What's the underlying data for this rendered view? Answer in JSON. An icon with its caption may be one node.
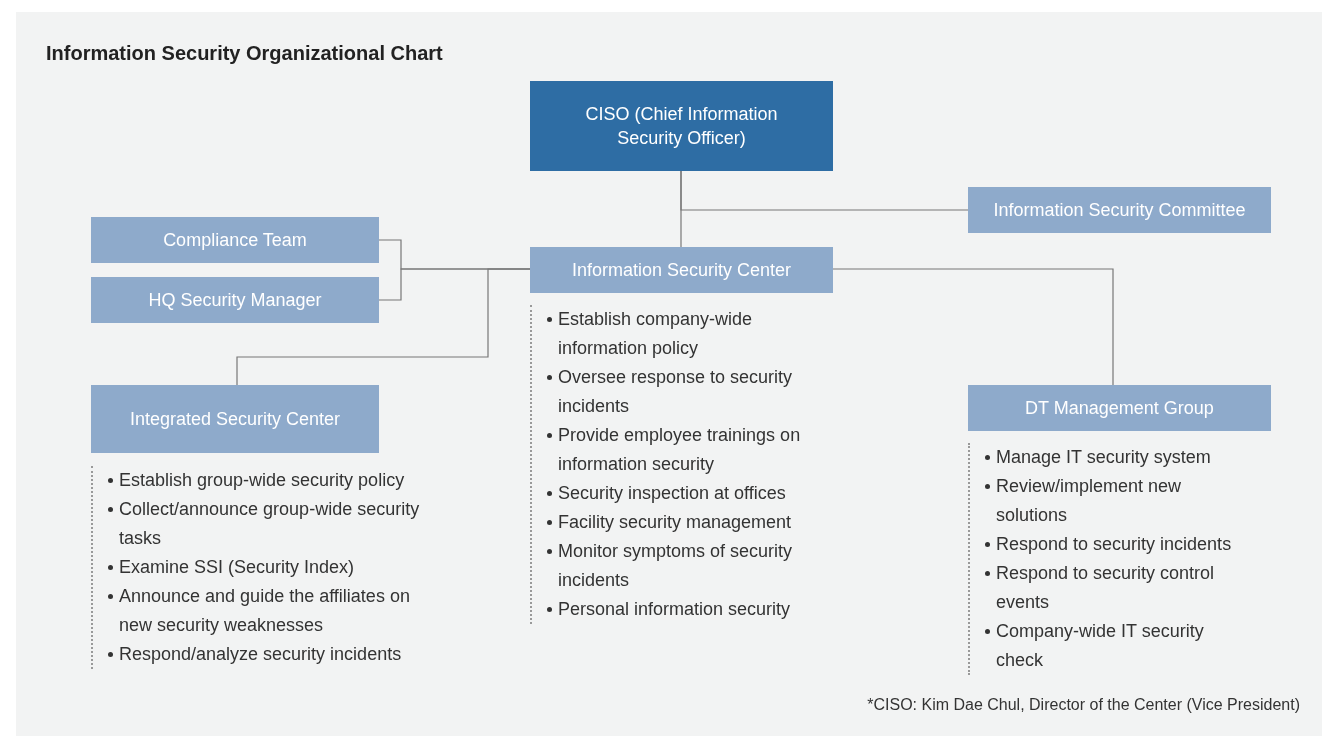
{
  "diagram": {
    "title": "Information Security Organizational Chart",
    "nodes": [
      {
        "text": [
          "CISO (Chief Information Security Officer)"
        ]
      },
      {
        "text": [
          "Information Security Committee"
        ]
      },
      {
        "text": [
          "Compliance Team"
        ]
      },
      {
        "text": [
          "HQ Security Manager"
        ]
      },
      {
        "text": [
          "Information Security Center"
        ],
        "beside": [
          "Establish company-wide information policy",
          "Oversee response to security incidents",
          "Provide employee trainings on information security",
          "Security inspection at offices",
          "Facility security management",
          "Monitor symptoms of security incidents",
          "Personal information security"
        ]
      },
      {
        "text": [
          "Integrated Security Center"
        ],
        "beside": [
          "Establish group-wide security policy",
          "Collect/announce group-wide security tasks",
          "Examine SSI (Security Index)",
          "Announce and guide the affiliates on new security weaknesses",
          "Respond/analyze security incidents"
        ]
      },
      {
        "text": [
          "DT Management Group"
        ],
        "beside": [
          "Manage IT security system",
          "Review/implement new solutions",
          "Respond to security incidents",
          "Respond to security control events",
          "Company-wide IT security check"
        ]
      }
    ],
    "edges": [
      {
        "from": 0,
        "to": 4,
        "arrow": "none"
      },
      {
        "from": 0,
        "to": 1,
        "arrow": "none"
      },
      {
        "from": 2,
        "to": 4,
        "arrow": "none"
      },
      {
        "from": 3,
        "to": 4,
        "arrow": "none"
      },
      {
        "from": 5,
        "to": 4,
        "arrow": "none"
      },
      {
        "from": 4,
        "to": 6,
        "arrow": "none"
      }
    ],
    "labels": [
      "*CISO: Kim Dae Chul, Director of the Center (Vice President)"
    ]
  }
}
